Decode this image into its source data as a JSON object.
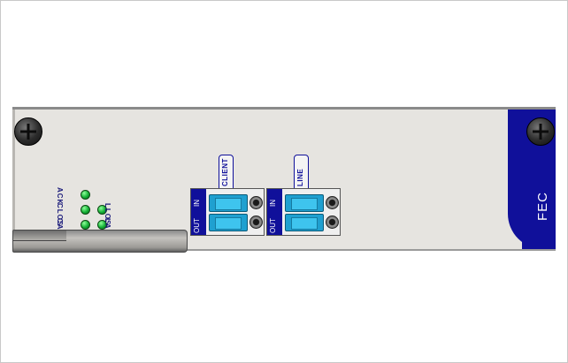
{
  "board": {
    "name_label": "FEC",
    "accent_color": "#10109a",
    "panel_color": "#e6e4e0"
  },
  "indicators": {
    "left_column": [
      {
        "label": "ACK",
        "state": "on",
        "color": "green"
      },
      {
        "label": "CLOS",
        "state": "on",
        "color": "green"
      },
      {
        "label": "CALM",
        "state": "on",
        "color": "green"
      }
    ],
    "right_column": [
      {
        "label": "LLOS",
        "state": "on",
        "color": "green"
      },
      {
        "label": "LALM",
        "state": "on",
        "color": "green"
      }
    ]
  },
  "ports": [
    {
      "group_label": "CLIENT",
      "out_label": "OUT",
      "in_label": "IN"
    },
    {
      "group_label": "LINE",
      "out_label": "OUT",
      "in_label": "IN"
    }
  ],
  "icons": [
    "screw-icon",
    "screw-icon",
    "led-icon",
    "optical-connector-icon"
  ]
}
